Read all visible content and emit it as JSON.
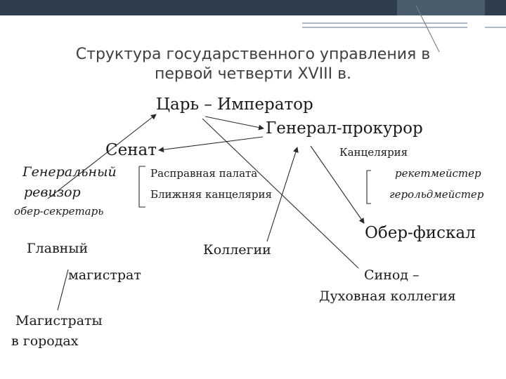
{
  "slide": {
    "title_line1": "Структура государственного управления в",
    "title_line2": "первой четверти XVIII в."
  },
  "nodes": {
    "tsar": "Царь – Император",
    "procurator": "Генерал-прокурор",
    "senate": "Сенат",
    "chancellery": "Канцелярия",
    "general_revisor_1": "Генеральный",
    "general_revisor_2": "ревизор",
    "ober_secretary": "обер-секретарь",
    "raspravnaya": "Расправная палата",
    "blizhnyaya": "Ближняя канцелярия",
    "reketmeister": "рекетмейстер",
    "geroldmeister": "герольдмейстер",
    "ober_fiscal": "Обер-фискал",
    "glavny": "Главный",
    "magistrat": "магистрат",
    "collegia": "Коллегии",
    "synod_1": "Синод –",
    "synod_2": "Духовная коллегия",
    "magistraty_1": "Магистраты",
    "magistraty_2": "в городах"
  },
  "colors": {
    "header_dark": "#2f3e4c",
    "header_mid": "#4a5b6b",
    "line": "#2a2a2a",
    "title_text": "#404040"
  }
}
